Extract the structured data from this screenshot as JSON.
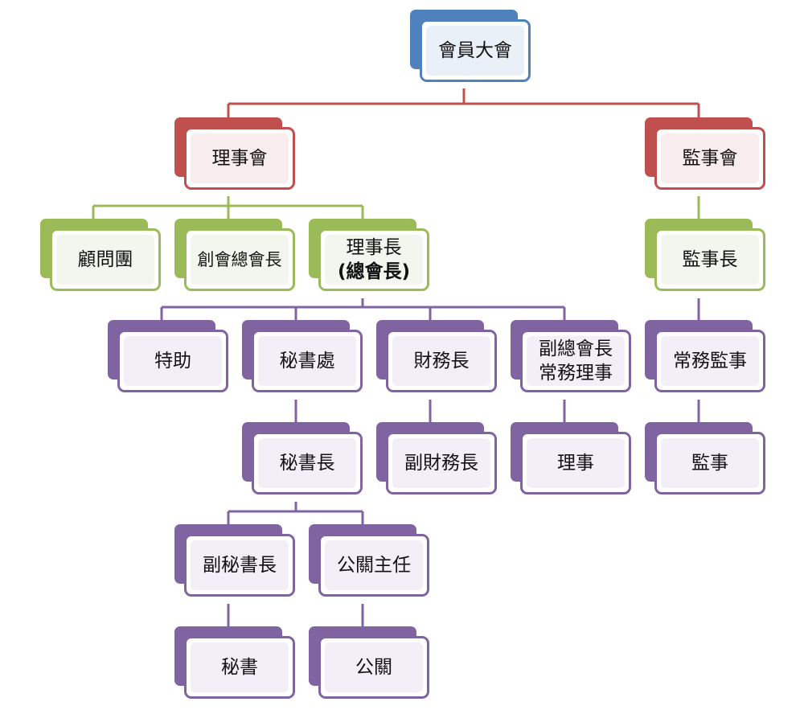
{
  "nodes": {
    "general_assembly": "會員大會",
    "board_of_directors": "理事會",
    "board_of_supervisors": "監事會",
    "advisory_group": "顧問團",
    "founding_president": "創會總會長",
    "chairman": "理事長",
    "chairman_sub": "(總會長)",
    "chief_supervisor": "監事長",
    "special_assistant": "特助",
    "secretariat": "秘書處",
    "treasurer": "財務長",
    "vice_president": "副總會長\n常務理事",
    "standing_supervisor": "常務監事",
    "secretary_general": "秘書長",
    "deputy_treasurer": "副財務長",
    "director": "理事",
    "supervisor": "監事",
    "deputy_secretary_general": "副秘書長",
    "pr_director": "公關主任",
    "secretary": "秘書",
    "public_relations": "公關"
  },
  "colors": {
    "blue": "#4f81bd",
    "red": "#c0504d",
    "green": "#9bbb59",
    "purple": "#8064a2"
  }
}
